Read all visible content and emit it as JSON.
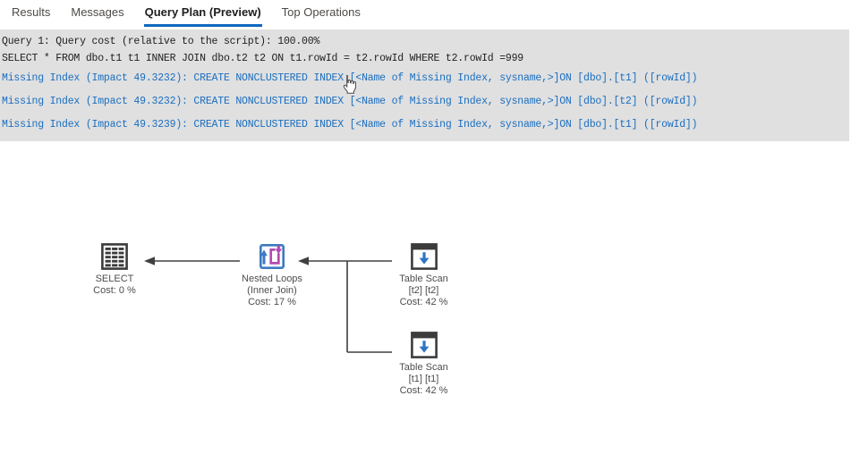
{
  "tabs": [
    {
      "label": "Results",
      "active": false
    },
    {
      "label": "Messages",
      "active": false
    },
    {
      "label": "Query Plan (Preview)",
      "active": true
    },
    {
      "label": "Top Operations",
      "active": false
    }
  ],
  "plan_header": {
    "query_cost_line": "Query 1: Query cost (relative to the script): 100.00%",
    "query_text": "SELECT * FROM dbo.t1 t1 INNER JOIN dbo.t2 t2 ON t1.rowId = t2.rowId WHERE t2.rowId =999",
    "missing_indexes": [
      "Missing Index (Impact 49.3232): CREATE NONCLUSTERED INDEX [<Name of Missing Index, sysname,>]ON [dbo].[t1] ([rowId])",
      "Missing Index (Impact 49.3232): CREATE NONCLUSTERED INDEX [<Name of Missing Index, sysname,>]ON [dbo].[t2] ([rowId])",
      "Missing Index (Impact 49.3239): CREATE NONCLUSTERED INDEX [<Name of Missing Index, sysname,>]ON [dbo].[t1] ([rowId])"
    ]
  },
  "plan_nodes": [
    {
      "id": "select",
      "operator": "SELECT",
      "lines": [
        "SELECT",
        "Cost: 0 %"
      ]
    },
    {
      "id": "nested-loops",
      "operator": "Nested Loops",
      "lines": [
        "Nested Loops",
        "(Inner Join)",
        "Cost: 17 %"
      ]
    },
    {
      "id": "table-scan-t2",
      "operator": "Table Scan",
      "lines": [
        "Table Scan",
        "[t2] [t2]",
        "Cost: 42 %"
      ]
    },
    {
      "id": "table-scan-t1",
      "operator": "Table Scan",
      "lines": [
        "Table Scan",
        "[t1] [t1]",
        "Cost: 42 %"
      ]
    }
  ],
  "colors": {
    "tab_accent": "#1068bf",
    "header_band_bg": "#e0e0e0",
    "missing_index_text": "#1a6ec0",
    "plain_text": "#1e1e1e",
    "node_label_text": "#4d4d4d",
    "connector": "#404040",
    "nested_loops_blue": "#3d7ac2",
    "nested_loops_magenta": "#b44ab2",
    "table_scan_arrow_blue": "#2e74c4",
    "icon_dark": "#3c3c3c"
  }
}
